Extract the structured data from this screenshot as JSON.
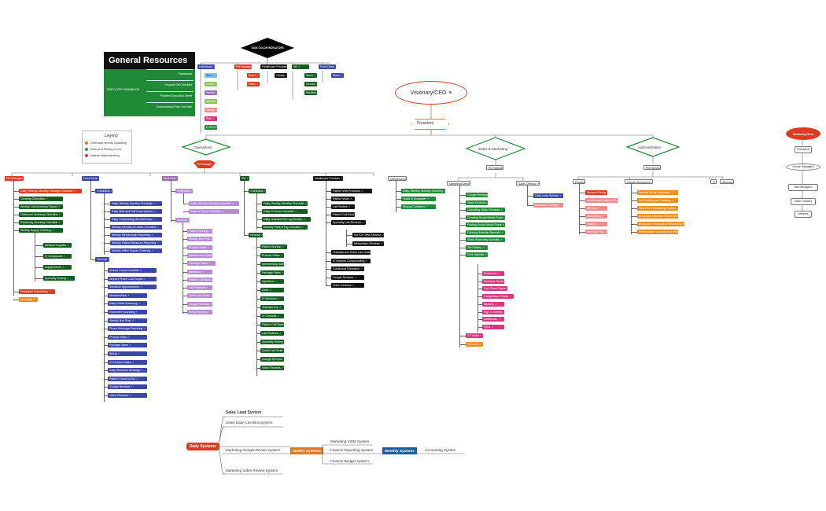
{
  "general": {
    "title": "General Resources",
    "handbook": "EMPLOYEE HANDBOOK",
    "items": [
      "Passwords",
      "Request Off Checklist",
      "Problem Execution Sheet",
      "Downloading From YouTube"
    ]
  },
  "indicators": {
    "title": "TASK COLOR INDICATORS",
    "groups": [
      {
        "label": "Individuals",
        "color": "blue",
        "items": [
          [
            "Blue",
            "sky"
          ],
          [
            "Green",
            "lime"
          ],
          [
            "Gemini",
            "purple"
          ],
          [
            "Weekly",
            "lime"
          ],
          [
            "Glossy",
            "lpink"
          ],
          [
            "Pink",
            "pink"
          ],
          [
            "EVERYONE",
            "green"
          ]
        ]
      },
      {
        "label": "PM Manager",
        "color": "red",
        "items": [
          [
            "Short",
            "red"
          ],
          [
            "Filled",
            "red"
          ]
        ]
      },
      {
        "label": "Healthcare Provider",
        "color": "black",
        "items": [
          [
            "Glossy",
            "black"
          ]
        ]
      },
      {
        "label": "VA",
        "color": "dgreen",
        "items": [
          [
            "Short",
            "dgreen"
          ],
          [
            "Gemini",
            "dgreen"
          ],
          [
            "Monthly",
            "dgreen"
          ]
        ]
      },
      {
        "label": "Front Desk",
        "color": "blue",
        "items": [
          [
            "Items",
            "blue"
          ]
        ]
      }
    ]
  },
  "legend": {
    "title": "Legend",
    "items": [
      {
        "label": "Checklist Needs Updating",
        "color": "#e8751a"
      },
      {
        "label": "New and Ready to Go",
        "color": "#2aa14a"
      },
      {
        "label": "Needs Implementing",
        "color": "#e03a1e"
      }
    ]
  },
  "ceo": "Visionary/CEO",
  "president": "President",
  "divisions": {
    "ops": "Operations",
    "sales": "Sales & Marketing",
    "admin": "Administration"
  },
  "pm_manager": "PM Manager",
  "ops_columns": {
    "pm": {
      "head": "PM Manager",
      "items": [
        [
          "Daily, Weekly, Monthly Manager Checklist",
          "red"
        ],
        [
          "Creating Checklists",
          "dgreen"
        ],
        [
          "Weekly Low Inventory Report",
          "dgreen"
        ],
        [
          "Outbound Inventory Checklist",
          "dgreen"
        ],
        [
          "Receiving Inventory Checklist",
          "dgreen"
        ],
        [
          "Weekly Supply Ordering",
          "dgreen"
        ]
      ],
      "sub": [
        [
          "Medical Supplies",
          "dgreen"
        ],
        [
          "IV Compound",
          "dgreen"
        ],
        [
          "Supplements",
          "dgreen"
        ],
        [
          "Specialty Testing",
          "dgreen"
        ]
      ],
      "tail": [
        [
          "Employee Scheduling",
          "red"
        ],
        [
          "Meetings",
          "gold"
        ]
      ]
    },
    "fd": {
      "head": "Front Desk",
      "checklists": "Checklists",
      "items": [
        "Daily, Weekly, Monthly Checklist",
        "Daily Wait and Call Lead System",
        "Daily Outstanding Memberships",
        "Weekly-Monday All Sales Checklist",
        "Weekly Membership Reporting",
        "Weekly Patient Balances Reporting",
        "Weekly Office Supply Ordering"
      ],
      "general": "General",
      "gitems": [
        "Ensure Count Checklist",
        "Answer Phone Call Scripts",
        "Schedule Appointments",
        "Memberships",
        "Daily Check Scanning",
        "Document Scanning",
        "Weekly Box Prep",
        "Phone Message Reporting",
        "Product Sales",
        "Package Sales",
        "Billing",
        "IV Infusion Intake",
        "Daily Welcome Message",
        "Patient Check In/Out",
        "Google Reviews",
        "Video Reviews"
      ]
    },
    "mt": {
      "head": "Med Tech",
      "checklists": "Checklists",
      "items": [
        "Daily, Weekly, Monthly Checklist",
        "Daily IV Room Checklist"
      ],
      "general": "General",
      "gitems": [
        "Patient Workup",
        "Weekly Box Prep",
        "Product Sales",
        "Membership Sales",
        "Package Sales",
        "Injections",
        "Patient Call Back",
        "Lab Reviews",
        "Quest Lab Order",
        "Google Reviews",
        "Video Reviews"
      ]
    },
    "rn": {
      "head": "RN",
      "checklists": "Checklists",
      "items": [
        "Daily, Weekly, Monthly Checklist",
        "Daily IV Room Checklist",
        "Daily Testosterone Log Review",
        "Monthly Patient Tag Checklist"
      ],
      "general": "General",
      "gitems": [
        "Patient Workup",
        "Product Sales",
        "Membership Sales",
        "Package Sales",
        "Injections",
        "Dexa",
        "IV Infusions",
        "Testosterone",
        "IV Consults",
        "Patient Call Back",
        "Lab Reviews",
        "Specialty Testing",
        "Quest Lab Order",
        "Google Reviews",
        "Video Reviews"
      ]
    },
    "hp": {
      "head": "Healthcare Provider",
      "items": [
        "Patient Visit Protocols",
        "Patient Visits",
        "Lab Review",
        "Patient Call Back",
        "Specialty Lab Reviews"
      ],
      "sub": [
        "DUTCH Test Reviews",
        "Methylation Reviews"
      ],
      "tail": [
        "Testosterone Home Use Order",
        "IV Infusion Compounding",
        "Continuing Education",
        "Google Reviews",
        "Video Reviews"
      ]
    },
    "mn": {
      "head": "Maintenance",
      "items": [
        "Daily, Weekly, Monthly Cleaning",
        "Trash to Dumpster",
        "Sharps Container"
      ]
    }
  },
  "sales": {
    "mgr": "PM Manager",
    "md": "Marketing Director",
    "mditems": [
      "Google Reviews",
      "Video Reviews",
      "Uploading Video Reviews",
      "Creating Social Media Posts",
      "Posting Social Media Posts",
      "Creating Monthly Specials",
      "Video Recording Specials",
      "Text Blasts",
      "Print Material"
    ],
    "print": [
      "Brochures",
      "Business Cards",
      "One Sheet Flyers",
      "Comparison Charts",
      "Stickers",
      "Sign In Sheets",
      "Notebooks",
      "Pens"
    ],
    "tail": [
      "TV Video",
      "Trivia Kit"
    ],
    "sd": "Sales Director",
    "sditems": [
      "Daily Lead System",
      "Business Training"
    ]
  },
  "admin": {
    "mgr": "PM Manager",
    "cols": [
      {
        "head": "Finance",
        "items": [
          "Service Pricing",
          "Income and Expense Reports",
          "Bill Pay",
          "Accounting",
          "Payroll",
          "Incentive Pay"
        ]
      },
      {
        "head": "Human Resources",
        "items": [
          "Weekly Group Interviews",
          "Job Posting and Tracking",
          "New Hire Onboarding System",
          "Employee Interview Worksheet",
          "Employee Termination/Offboarding System",
          "Performance Improvement Plan"
        ]
      },
      {
        "head": "IT",
        "items": []
      },
      {
        "head": "Attorney",
        "items": []
      }
    ]
  },
  "hierarchy": {
    "title": "Visionary/Ceo",
    "items": [
      "President",
      "Senior Managers",
      "Mid Managers",
      "Team Leaders",
      "Workers"
    ]
  },
  "systems": {
    "daily": "Daily Systems",
    "weekly": "Weekly Systems",
    "monthly": "Monthly Systems",
    "dlabels": [
      "Sales Lead System",
      "Sales Daily Checklist System",
      "Marketing Google Review System",
      "Marketing Video Review System"
    ],
    "wlabels": [
      "Marketing VISM System",
      "Finance Reporting System",
      "Finance Budget System"
    ],
    "mlabels": [
      "Accounting System"
    ]
  },
  "colors": {
    "blue": "#3a46a8",
    "green": "#1f8a36",
    "dgreen": "#125c1f",
    "red": "#e03a1e",
    "orange": "#e8751a",
    "pink": "#d9367f"
  }
}
